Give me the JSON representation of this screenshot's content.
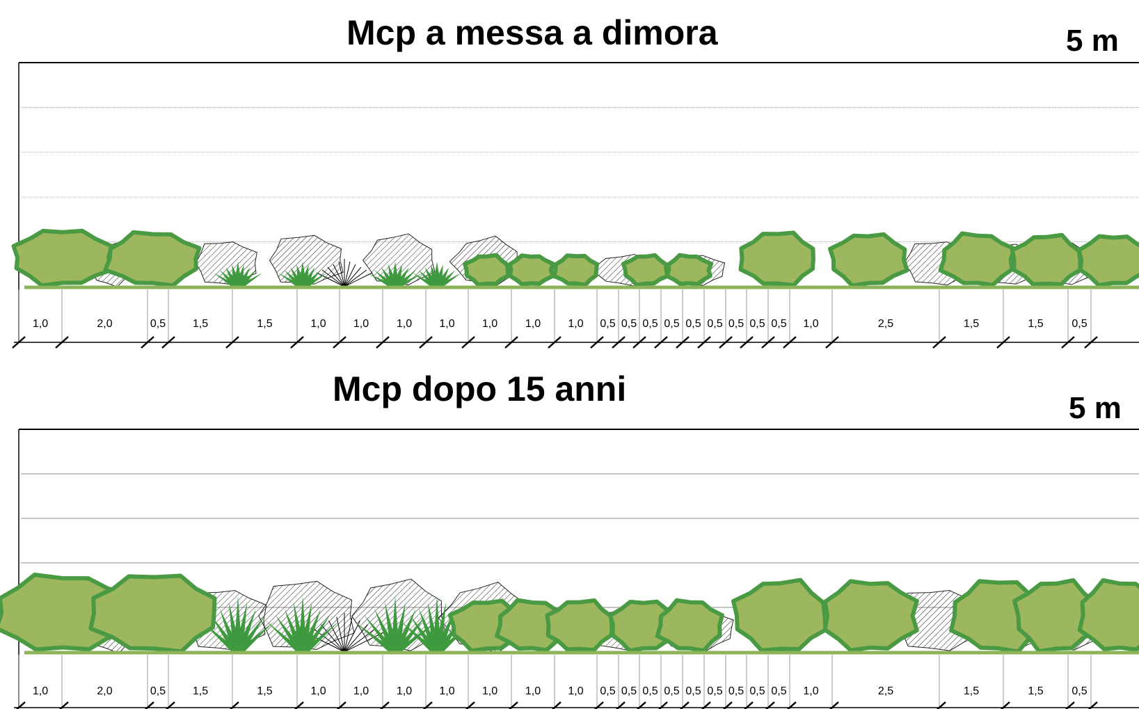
{
  "panels": [
    {
      "title": "Mcp a messa a dimora",
      "scale_label": "5 m",
      "stage": "planting"
    },
    {
      "title": "Mcp dopo 15 anni",
      "scale_label": "5 m",
      "stage": "after-15-years"
    }
  ],
  "spacings": [
    "1,0",
    "2,0",
    "0,5",
    "1,5",
    "1,5",
    "1,0",
    "1,0",
    "1,0",
    "1,0",
    "1,0",
    "1,0",
    "1,0",
    "0,5",
    "0,5",
    "0,5",
    "0,5",
    "0,5",
    "0,5",
    "0,5",
    "0,5",
    "0,5",
    "1,0",
    "2,5",
    "1,5",
    "1,5",
    "0,5"
  ],
  "colors": {
    "shrub_fill": "#9cb75e",
    "shrub_stroke": "#4a9a44",
    "grass": "#3f9a3f",
    "ground_line": "#8db35a",
    "hatch": "#222222"
  }
}
